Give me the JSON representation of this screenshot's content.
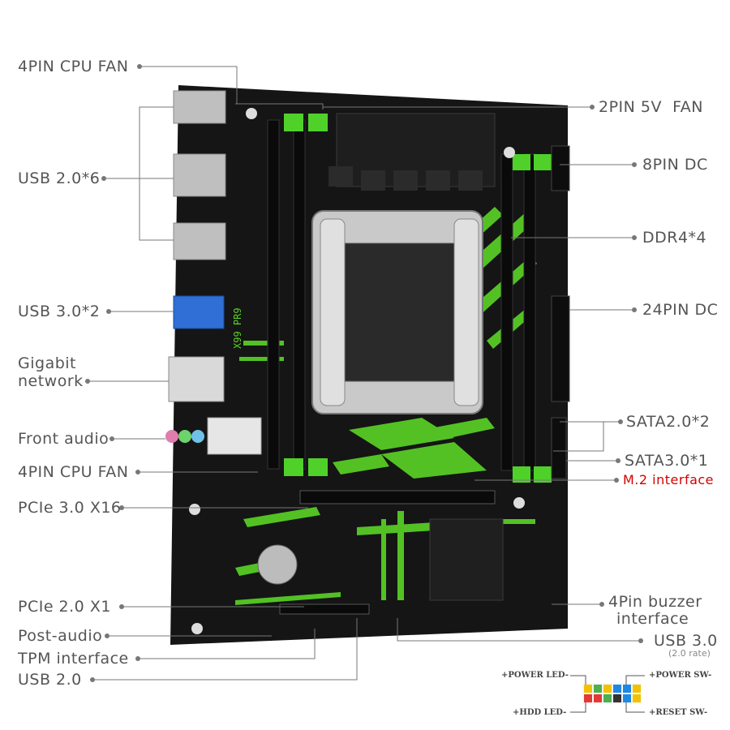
{
  "labels_left": {
    "cpu_fan_top": "4PIN CPU FAN",
    "usb20x6": "USB 2.0*6",
    "usb30x2": "USB 3.0*2",
    "gigabit_1": "Gigabit",
    "gigabit_2": "network",
    "front_audio": "Front audio",
    "cpu_fan_bottom": "4PIN CPU FAN",
    "pcie30x16": "PCIe 3.0 X16",
    "pcie20x1": "PCIe 2.0 X1",
    "post_audio": "Post-audio",
    "tpm": "TPM interface",
    "usb20": "USB 2.0"
  },
  "labels_right": {
    "fan_2pin": "2PIN 5V  FAN",
    "dc8pin": "8PIN DC",
    "ddr4": "DDR4*4",
    "dc24pin": "24PIN DC",
    "sata20": "SATA2.0*2",
    "sata30": "SATA3.0*1",
    "m2": "M.2 interface",
    "buzzer_1": "4Pin buzzer",
    "buzzer_2": "interface",
    "usb30": "USB 3.0",
    "usb30_rate": "(2.0 rate)"
  },
  "board": {
    "silk_model": "X99 PR9"
  },
  "front_panel": {
    "power_led": "+POWER LED-",
    "power_sw": "+POWER SW-",
    "hdd_led": "+HDD LED-",
    "reset_sw": "+RESET SW-"
  },
  "colors": {
    "accent_green": "#5ad426",
    "board_black": "#151515",
    "label_gray": "#555555",
    "m2_red": "#d40000"
  }
}
